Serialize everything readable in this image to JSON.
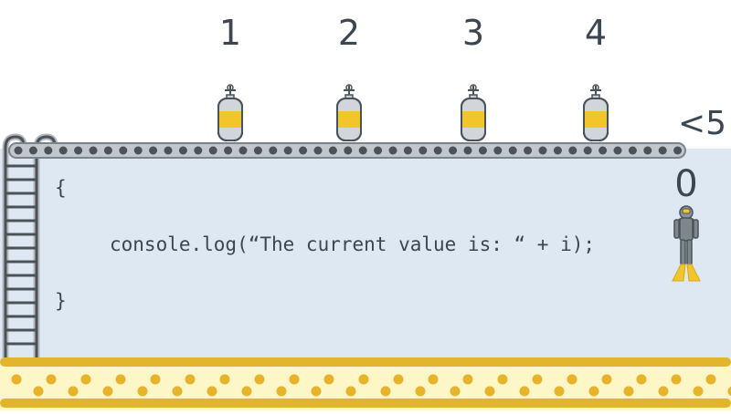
{
  "tanks": [
    {
      "label": "1"
    },
    {
      "label": "2"
    },
    {
      "label": "3"
    },
    {
      "label": "4"
    }
  ],
  "condition": "<5",
  "counter": "0",
  "code": {
    "open": "{",
    "body": "console.log(“The current value is: “ + i);",
    "close": "}"
  },
  "colors": {
    "water": "#dde8f2",
    "rail": "#9aa1a8",
    "rail_dots": "#4a525a",
    "tank_band": "#f2c62a",
    "sand": "#fdf6c6",
    "sand_border": "#e2b62c",
    "sand_dots": "#e8b22a",
    "text": "#3d4650"
  },
  "icons": {
    "ladder": "ladder-icon",
    "tank": "scuba-tank-icon",
    "diver": "scuba-diver-icon"
  }
}
